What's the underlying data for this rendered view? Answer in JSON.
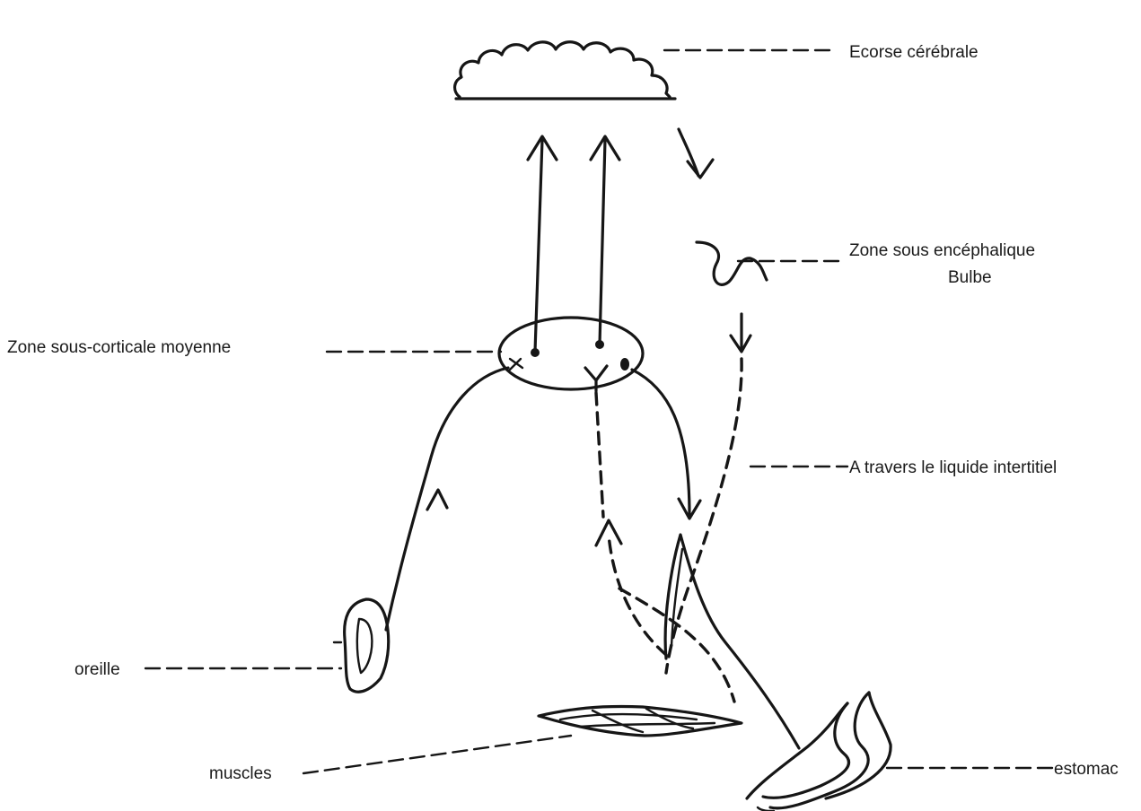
{
  "labels": {
    "ecorse": "Ecorse cérébrale",
    "zone_sous_encephalique": "Zone sous encéphalique",
    "bulbe": "Bulbe",
    "zone_sous_corticale": "Zone sous-corticale moyenne",
    "liquide": "A travers le liquide intertitiel",
    "oreille": "oreille",
    "muscles": "muscles",
    "estomac": "estomac"
  }
}
